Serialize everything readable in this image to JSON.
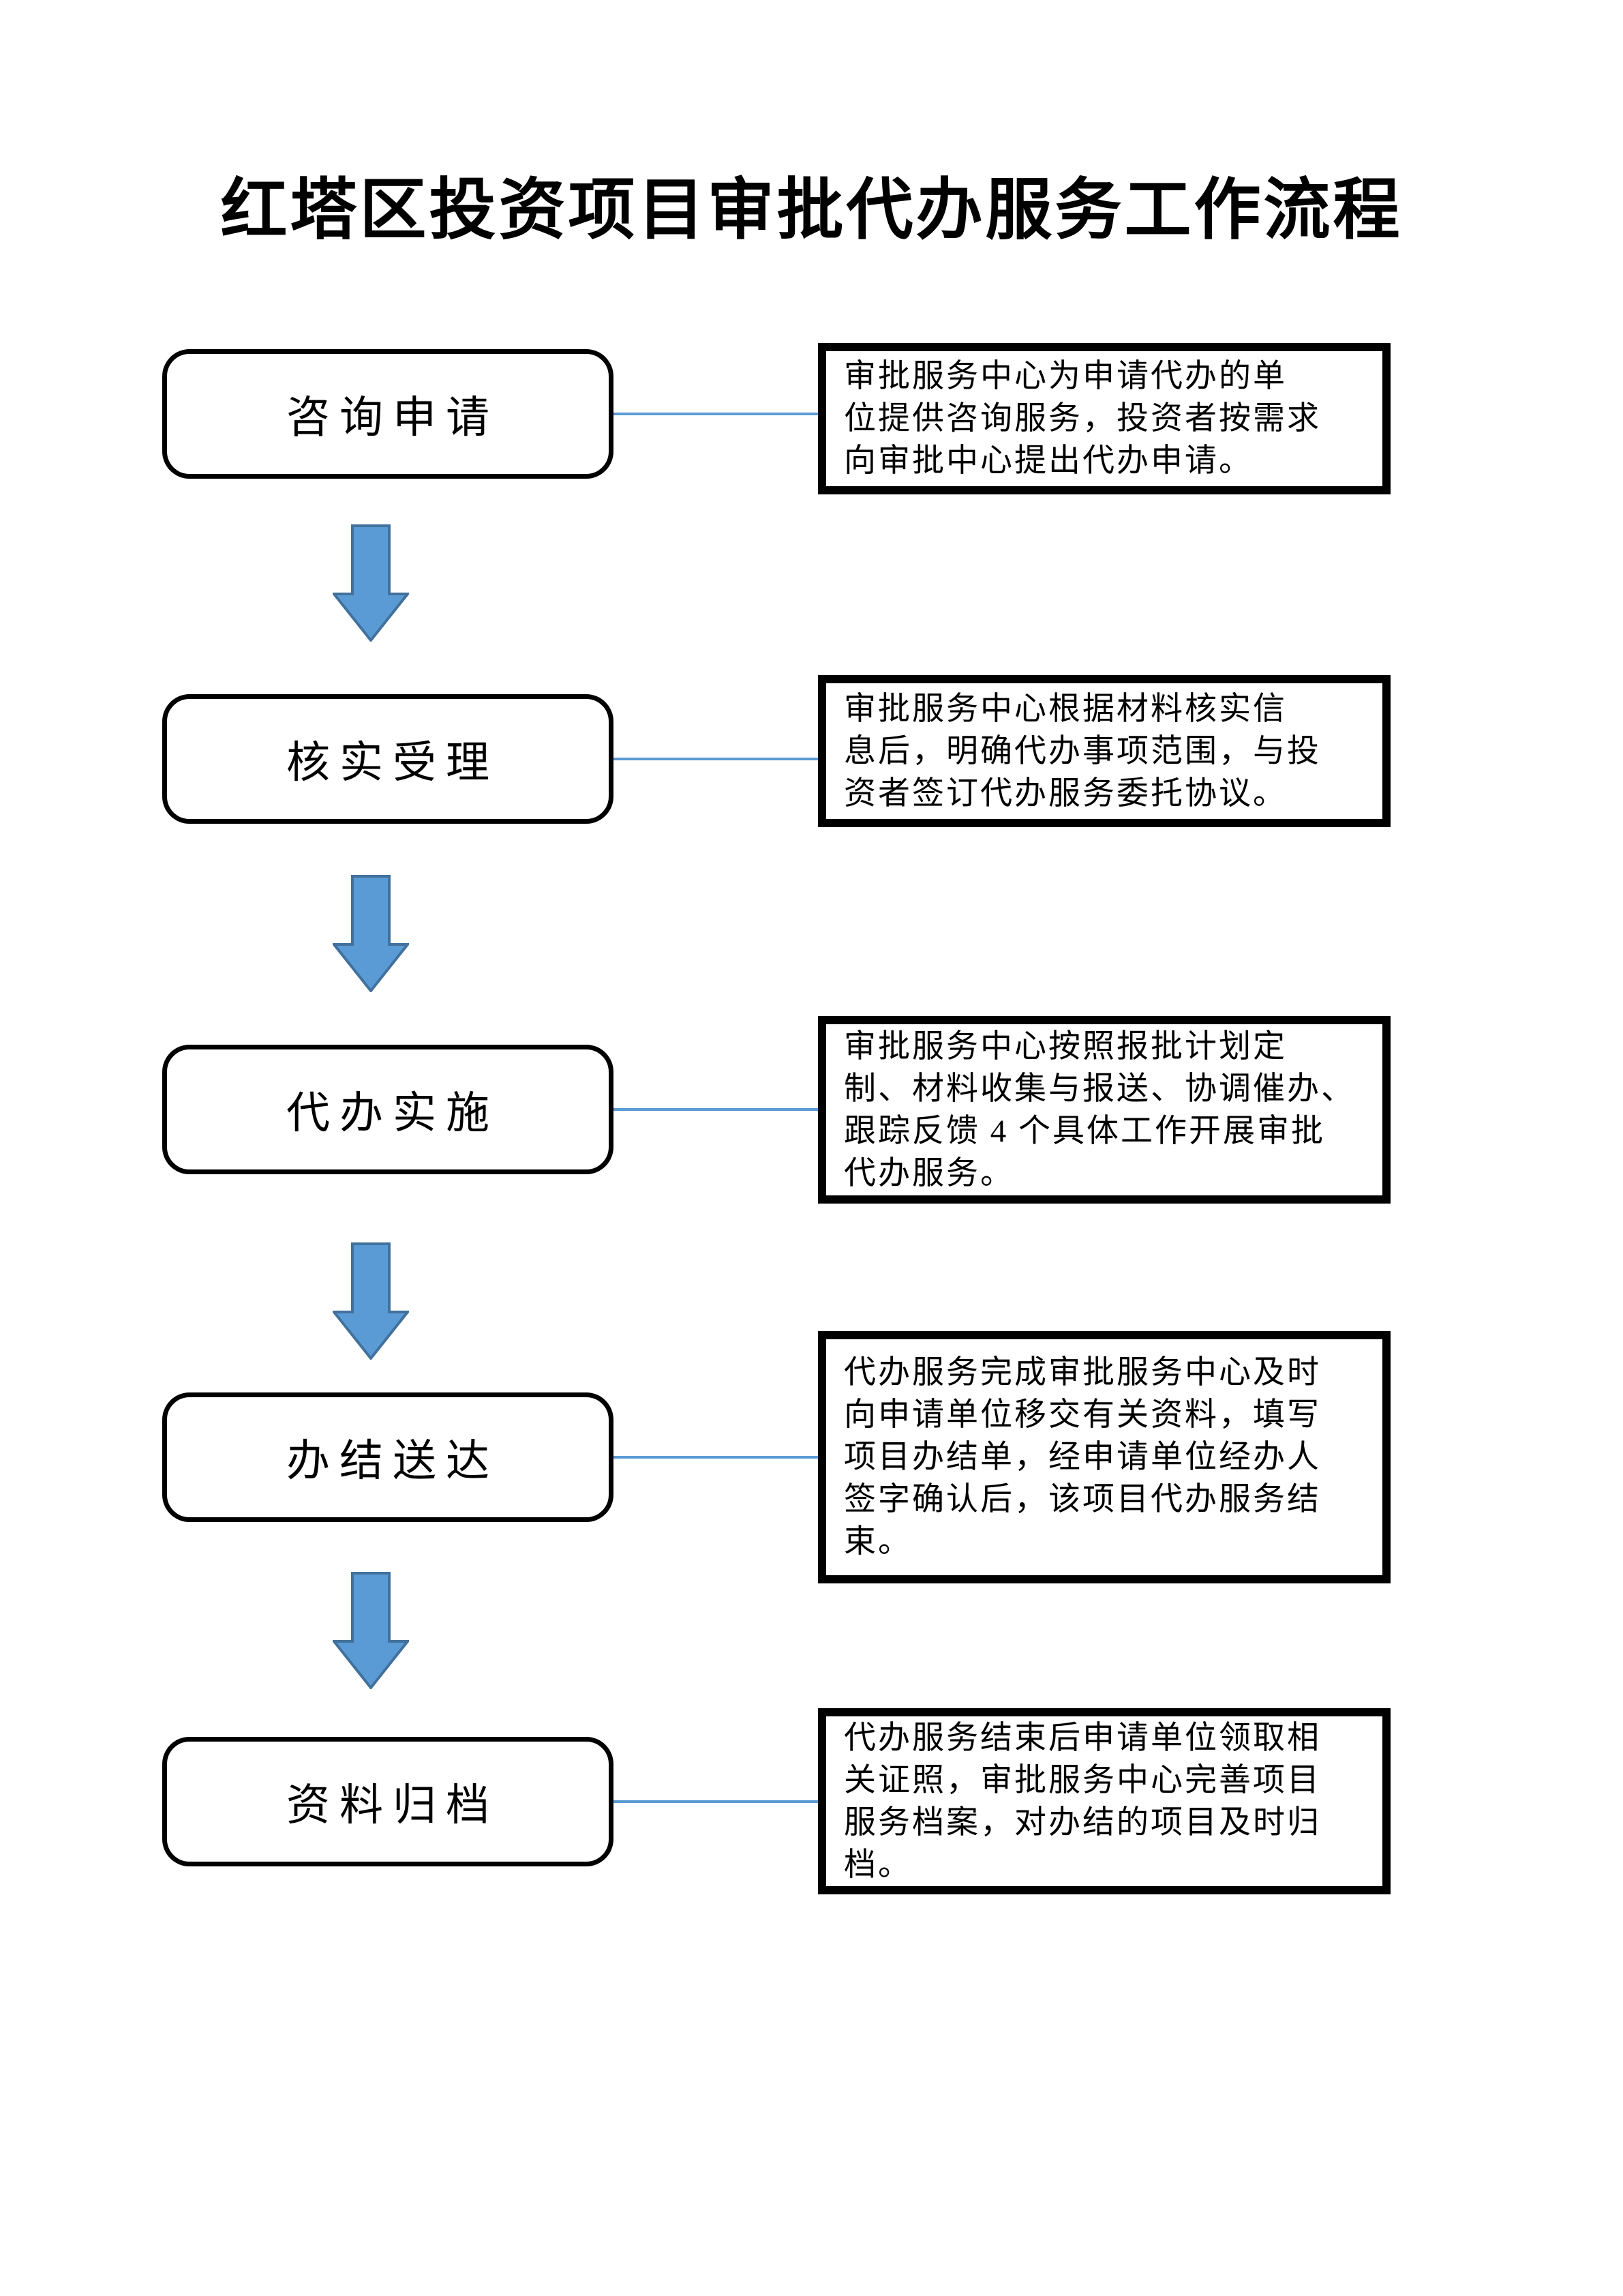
{
  "title": "红塔区投资项目审批代办服务工作流程",
  "colors": {
    "arrow_fill": "#5B9BD5",
    "arrow_border": "#41719C",
    "connector": "#5B9BD5",
    "box_border": "#000000"
  },
  "icons": {
    "down_arrow": "block-down-arrow"
  },
  "steps": [
    {
      "label": "咨询申请",
      "description": "审批服务中心为申请代办的单\n位提供咨询服务，投资者按需求\n向审批中心提出代办申请。"
    },
    {
      "label": "核实受理",
      "description": "审批服务中心根据材料核实信\n息后，明确代办事项范围，与投\n资者签订代办服务委托协议。"
    },
    {
      "label": "代办实施",
      "description": "审批服务中心按照报批计划定\n制、材料收集与报送、协调催办、\n跟踪反馈 4 个具体工作开展审批\n代办服务。"
    },
    {
      "label": "办结送达",
      "description": "代办服务完成审批服务中心及时\n向申请单位移交有关资料，填写\n项目办结单，经申请单位经办人\n签字确认后，该项目代办服务结\n束。"
    },
    {
      "label": "资料归档",
      "description": "代办服务结束后申请单位领取相\n关证照，审批服务中心完善项目\n服务档案，对办结的项目及时归\n档。"
    }
  ]
}
